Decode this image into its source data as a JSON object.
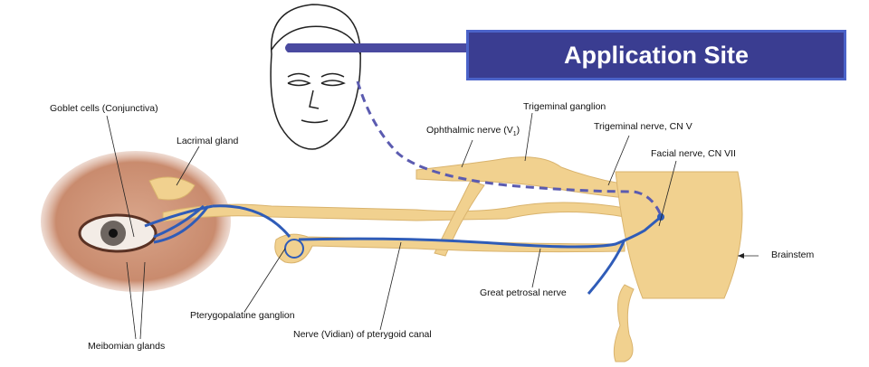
{
  "callout": {
    "label": "Application Site"
  },
  "labels": {
    "goblet": "Goblet cells (Conjunctiva)",
    "lacrimal": "Lacrimal gland",
    "trig_ganglion": "Trigeminal ganglion",
    "ophthalmic": "Ophthalmic nerve (V",
    "ophthalmic_sub": "1",
    "ophthalmic_end": ")",
    "trig_nerve": "Trigeminal nerve, CN V",
    "facial": "Facial nerve, CN VII",
    "brainstem": "Brainstem",
    "pterygopalatine": "Pterygopalatine ganglion",
    "vidian": "Nerve (Vidian) of pterygoid canal",
    "petrosal": "Great petrosal nerve",
    "meibomian": "Meibomian glands"
  },
  "colors": {
    "nerve": "#f1d18f",
    "blue_nerve": "#2f5cb8",
    "box": "#3a3d91",
    "box_border": "#4b63c9",
    "dashed": "#5b5bb0"
  }
}
